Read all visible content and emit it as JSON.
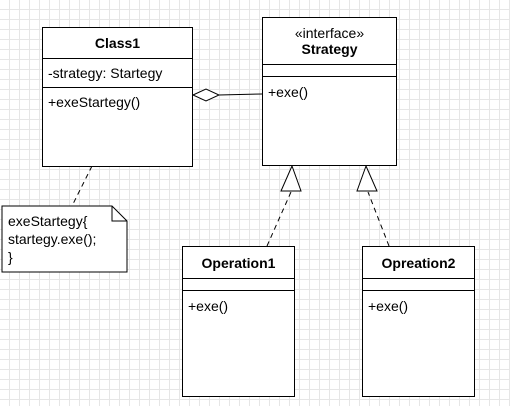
{
  "diagram": {
    "classes": {
      "class1": {
        "name": "Class1",
        "attributes": [
          "-strategy: Startegy"
        ],
        "methods": [
          "+exeStartegy()"
        ]
      },
      "strategy": {
        "stereotype": "«interface»",
        "name": "Strategy",
        "attributes": [],
        "methods": [
          "+exe()"
        ]
      },
      "operation1": {
        "name": "Operation1",
        "attributes": [],
        "methods": [
          "+exe()"
        ]
      },
      "opreation2": {
        "name": "Opreation2",
        "attributes": [],
        "methods": [
          "+exe()"
        ]
      }
    },
    "note": {
      "lines": [
        "exeStartegy{",
        "startegy.exe();",
        "}"
      ]
    },
    "relations": [
      {
        "type": "aggregation",
        "from": "Class1",
        "to": "Strategy"
      },
      {
        "type": "realization",
        "from": "Operation1",
        "to": "Strategy"
      },
      {
        "type": "realization",
        "from": "Opreation2",
        "to": "Strategy"
      },
      {
        "type": "note-anchor",
        "from": "note",
        "to": "Class1"
      }
    ],
    "colors": {
      "line": "#000000",
      "fill": "#ffffff",
      "grid": "#e6e6e6"
    }
  }
}
